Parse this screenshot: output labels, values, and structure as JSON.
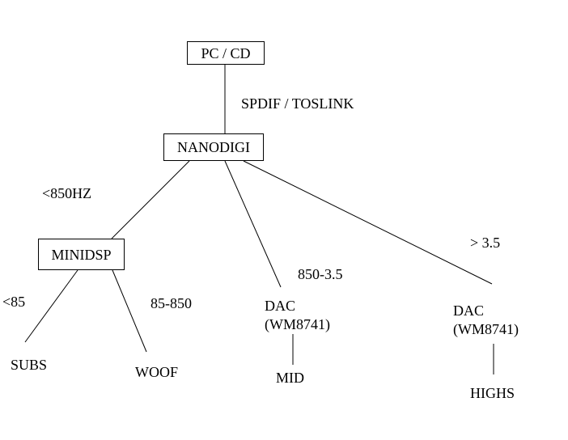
{
  "nodes": {
    "source": "PC / CD",
    "nanodigi": "NANODIGI",
    "minidsp": "MINIDSP",
    "dac_mid_line1": "DAC",
    "dac_mid_line2": "(WM8741)",
    "dac_high_line1": "DAC",
    "dac_high_line2": "(WM8741)",
    "subs": "SUBS",
    "woof": "WOOF",
    "mid": "MID",
    "highs": "HIGHS"
  },
  "edge_labels": {
    "spdif": "SPDIF / TOSLINK",
    "below_850": "<850HZ",
    "range_850_35": "850-3.5",
    "above_35": "> 3.5",
    "below_85": "<85",
    "range_85_850": "85-850"
  }
}
